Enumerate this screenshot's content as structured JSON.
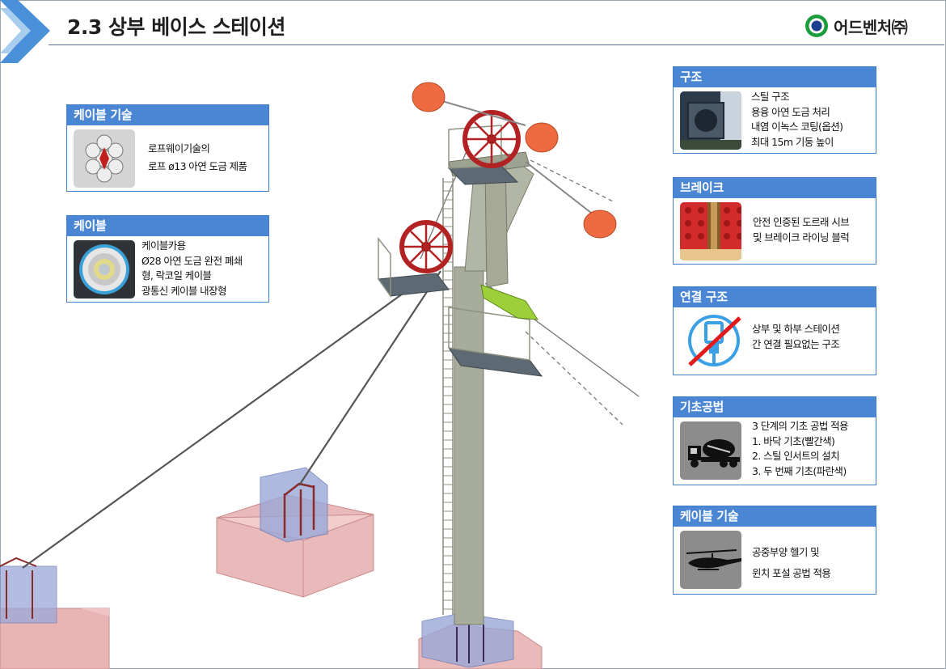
{
  "header": {
    "title": "2.3 상부 베이스 스테이션",
    "logo_text": "어드벤처㈜",
    "brand_color": "#1a9d3a",
    "accent_color": "#4a86d4"
  },
  "left_cards": [
    {
      "title": "케이블 기술",
      "lines": [
        "로프웨이기술의",
        "로프 ø13 아연 도금 제품"
      ],
      "icon": "wire-rope-cross-section-icon"
    },
    {
      "title": "케이블",
      "lines": [
        "케이블카용",
        "Ø28 아연 도금 완전 폐쇄",
        "형, 락코일 케이블",
        "광통신 케이블 내장형"
      ],
      "icon": "locked-coil-cable-icon"
    }
  ],
  "right_cards": [
    {
      "title": "구조",
      "lines": [
        "스틸 구조",
        "용융 아연 도금 처리",
        "내염 이녹스 코팅(옵션)",
        "최대 15m 기둥 높이"
      ],
      "icon": "steel-structure-photo-icon"
    },
    {
      "title": "브레이크",
      "lines": [
        "안전 인증된 도르래 시브",
        "및 브레이크 라이닝 블럭"
      ],
      "icon": "brake-lining-photo-icon"
    },
    {
      "title": "연결 구조",
      "lines": [
        "상부 및 하부 스테이션",
        "간 연결 필요없는 구조"
      ],
      "icon": "no-connection-icon"
    },
    {
      "title": "기초공법",
      "lines": [
        "3 단계의 기초 공법 적용",
        "1. 바닥 기초(빨간색)",
        "2. 스틸 인서트의 설치",
        "3. 두 번째 기초(파란색)"
      ],
      "icon": "concrete-mixer-truck-icon"
    },
    {
      "title": "케이블 기술",
      "lines": [
        "공중부양 헬기 및",
        "윈치 포설 공법 적용"
      ],
      "icon": "helicopter-icon"
    }
  ]
}
